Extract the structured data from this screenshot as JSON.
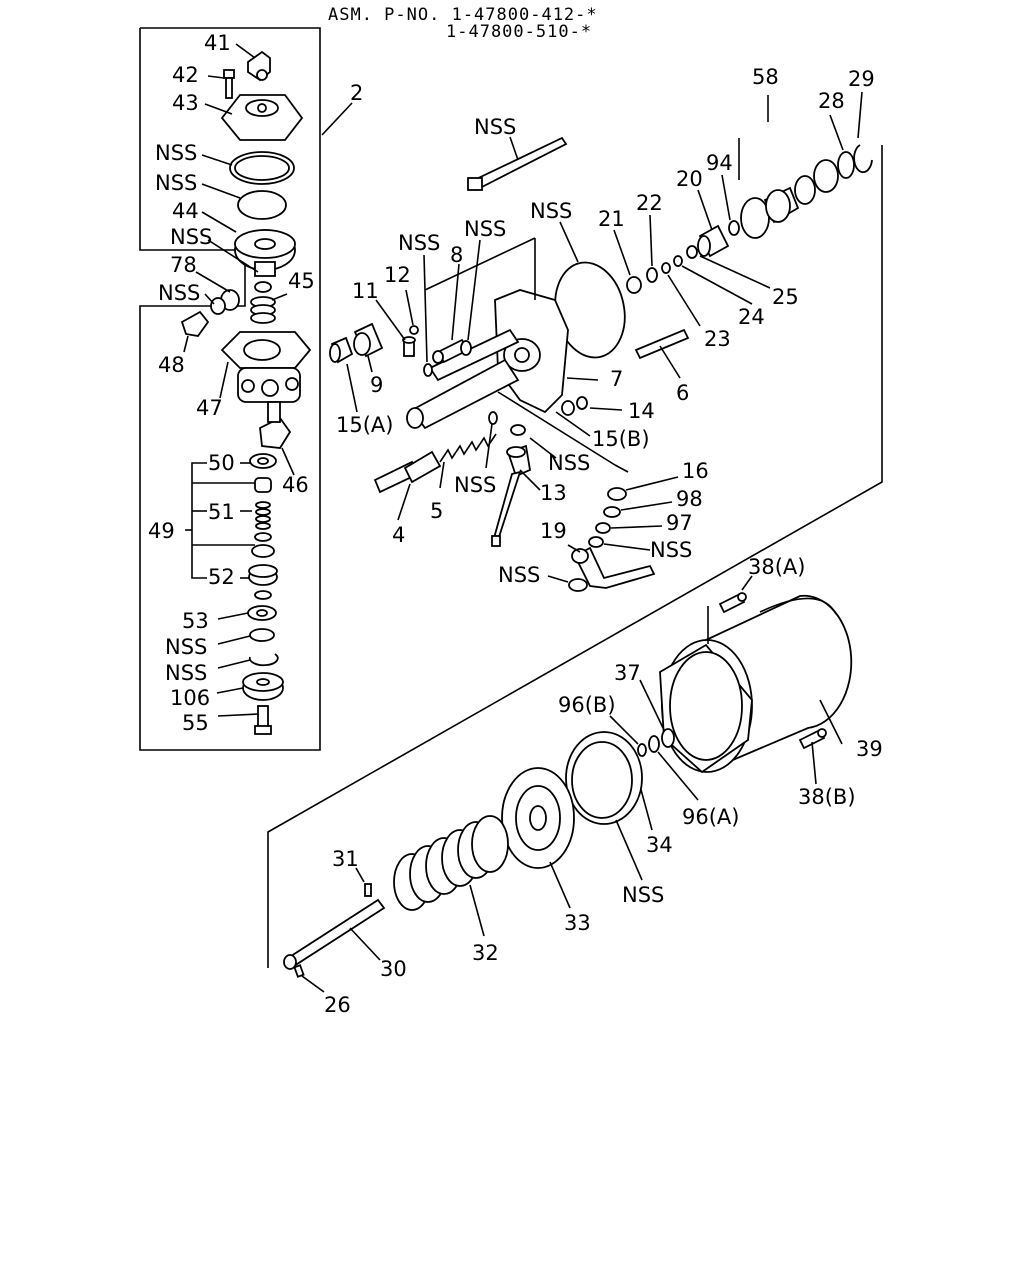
{
  "header": {
    "asm_line1": "ASM. P-NO. 1-47800-412-*",
    "asm_line2": "1-47800-510-*"
  },
  "callouts": {
    "c41": "41",
    "c42": "42",
    "c43": "43",
    "c2": "2",
    "nss_a": "NSS",
    "nss_b": "NSS",
    "c44": "44",
    "nss_c": "NSS",
    "c78": "78",
    "nss_d": "NSS",
    "c45": "45",
    "c48": "48",
    "c47": "47",
    "c46": "46",
    "c49": "49",
    "c50": "50",
    "c51": "51",
    "c52": "52",
    "c53": "53",
    "nss_e": "NSS",
    "nss_f": "NSS",
    "c106": "106",
    "c55": "55",
    "nss_top": "NSS",
    "nss_g": "NSS",
    "nss_h": "NSS",
    "nss_oring": "NSS",
    "c8": "8",
    "c12": "12",
    "c11": "11",
    "c9": "9",
    "c15a": "15(A)",
    "c21": "21",
    "c22": "22",
    "c20": "20",
    "c94": "94",
    "c58": "58",
    "c28": "28",
    "c29": "29",
    "c25": "25",
    "c24": "24",
    "c23": "23",
    "c7": "7",
    "c6": "6",
    "c14": "14",
    "c15b": "15(B)",
    "nss_i": "NSS",
    "nss_j": "NSS",
    "c13": "13",
    "c5": "5",
    "c4": "4",
    "c16": "16",
    "c98": "98",
    "c97": "97",
    "c19": "19",
    "nss_k": "NSS",
    "nss_l": "NSS",
    "c38a": "38(A)",
    "c37": "37",
    "c96b": "96(B)",
    "c39": "39",
    "c38b": "38(B)",
    "c96a": "96(A)",
    "c34": "34",
    "nss_m": "NSS",
    "c33": "33",
    "c31": "31",
    "c32": "32",
    "c30": "30",
    "c26": "26"
  }
}
